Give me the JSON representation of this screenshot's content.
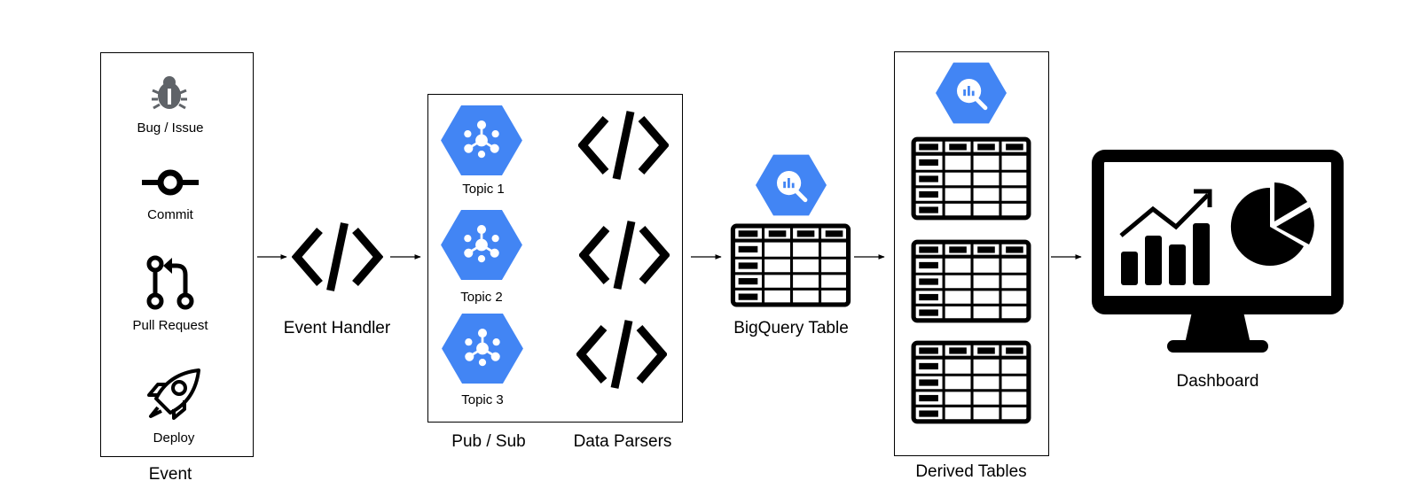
{
  "event": {
    "label": "Event",
    "items": [
      {
        "label": "Bug / Issue",
        "icon": "bug-icon"
      },
      {
        "label": "Commit",
        "icon": "commit-icon"
      },
      {
        "label": "Pull Request",
        "icon": "pull-request-icon"
      },
      {
        "label": "Deploy",
        "icon": "rocket-icon"
      }
    ]
  },
  "event_handler": {
    "label": "Event Handler",
    "icon": "code-icon"
  },
  "pubsub": {
    "label": "Pub / Sub",
    "topics": [
      {
        "label": "Topic 1",
        "icon": "pubsub-icon"
      },
      {
        "label": "Topic 2",
        "icon": "pubsub-icon"
      },
      {
        "label": "Topic 3",
        "icon": "pubsub-icon"
      }
    ]
  },
  "data_parsers": {
    "label": "Data Parsers",
    "icon": "code-icon"
  },
  "bigquery_table": {
    "label": "BigQuery Table",
    "icon": "bigquery-icon"
  },
  "derived_tables": {
    "label": "Derived Tables",
    "icon": "bigquery-icon"
  },
  "dashboard": {
    "label": "Dashboard",
    "icon": "monitor-icon"
  },
  "colors": {
    "gcp_blue": "#4285F4",
    "line": "#000000"
  }
}
